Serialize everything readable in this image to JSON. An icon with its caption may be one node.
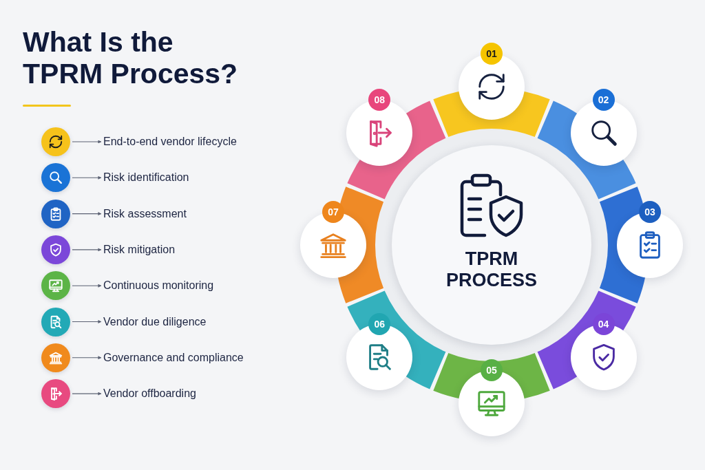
{
  "diagram": {
    "title": "What Is the TPRM Process?",
    "nodes": [
      {
        "text": [],
        "shape": "circle"
      },
      {
        "text": [
          "End-to-end vendor lifecycle"
        ]
      },
      {
        "text": [],
        "shape": "circle"
      },
      {
        "text": [
          "Risk identification"
        ]
      },
      {
        "text": [],
        "shape": "circle"
      },
      {
        "text": [
          "Risk assessment"
        ]
      },
      {
        "text": [],
        "shape": "circle"
      },
      {
        "text": [
          "Risk mitigation"
        ]
      },
      {
        "text": [],
        "shape": "circle"
      },
      {
        "text": [
          "Continuous monitoring"
        ]
      },
      {
        "text": [],
        "shape": "circle"
      },
      {
        "text": [
          "Vendor due diligence"
        ]
      },
      {
        "text": [],
        "shape": "circle"
      },
      {
        "text": [
          "Governance and compliance"
        ]
      },
      {
        "text": [],
        "shape": "circle"
      },
      {
        "text": [
          "Vendor offboarding"
        ]
      },
      {
        "text": [
          "TPRM PROCESS"
        ]
      },
      {
        "text": [
          "01"
        ]
      },
      {
        "text": [
          "02"
        ]
      },
      {
        "text": [
          "03"
        ]
      },
      {
        "text": [
          "04"
        ]
      },
      {
        "text": [
          "05"
        ]
      },
      {
        "text": [
          "06"
        ]
      },
      {
        "text": [
          "07"
        ]
      },
      {
        "text": [
          "08"
        ]
      }
    ],
    "edges": [
      {
        "from": 0,
        "to": 1,
        "arrow": "to"
      },
      {
        "from": 2,
        "to": 3,
        "arrow": "to"
      },
      {
        "from": 4,
        "to": 5,
        "arrow": "to"
      },
      {
        "from": 6,
        "to": 7,
        "arrow": "to"
      },
      {
        "from": 8,
        "to": 9,
        "arrow": "to"
      },
      {
        "from": 10,
        "to": 11,
        "arrow": "to"
      },
      {
        "from": 12,
        "to": 13,
        "arrow": "to"
      },
      {
        "from": 14,
        "to": 15,
        "arrow": "to"
      }
    ]
  }
}
